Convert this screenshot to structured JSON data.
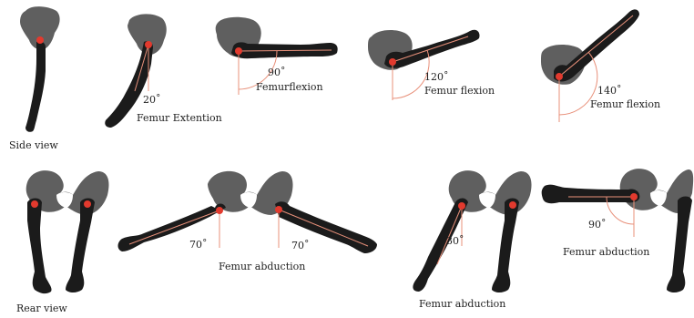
{
  "labels": {
    "side_view": "Side view",
    "rear_view": "Rear view",
    "ext_angle": "20˚",
    "ext_caption": "Femur Extention",
    "flex90_angle": "90˚",
    "flex90_caption": "Femurflexion",
    "flex120_angle": "120˚",
    "flex120_caption": "Femur flexion",
    "flex140_angle": "140˚",
    "flex140_caption": "Femur flexion",
    "abd70_left_angle": "70˚",
    "abd70_right_angle": "70˚",
    "abd70_caption": "Femur abduction",
    "abd30_angle": "30˚",
    "abd30_caption": "Femur abduction",
    "abd90_angle": "90˚",
    "abd90_caption": "Femur abduction"
  },
  "colors": {
    "bone": "#1b1b1b",
    "pelvis": "#5f5f5f",
    "joint": "#e23a2e",
    "guide": "#e8907a"
  }
}
